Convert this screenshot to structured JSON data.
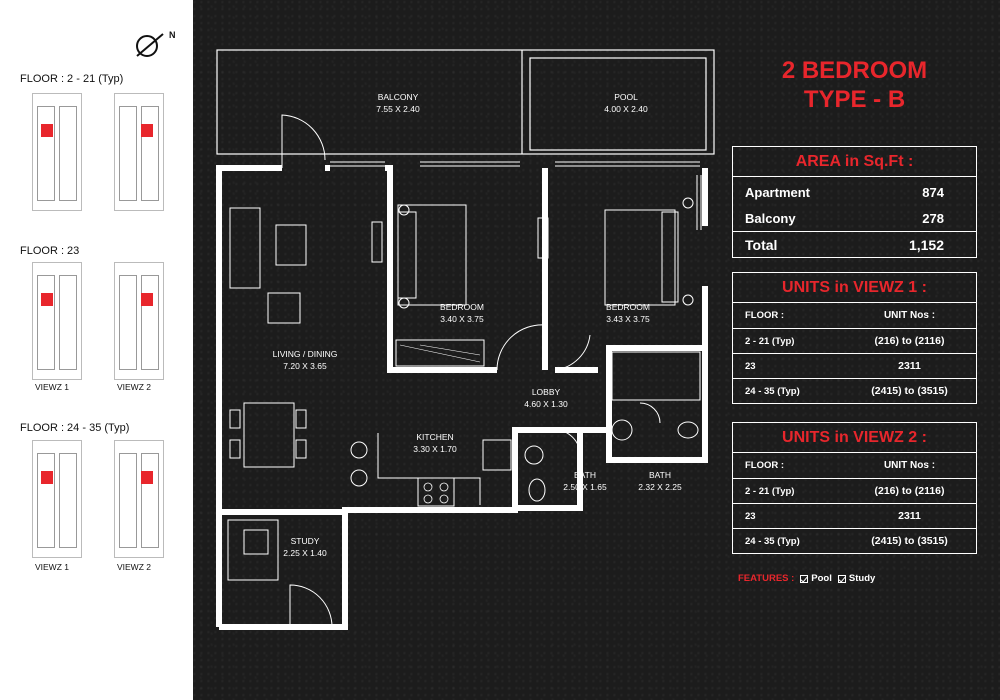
{
  "title": {
    "line1": "2 BEDROOM",
    "line2": "TYPE - B"
  },
  "compass": {
    "letter": "N",
    "icon": "north-compass-icon"
  },
  "keyplans": [
    {
      "floor_label": "FLOOR : 2 - 21 (Typ)",
      "views": [
        "",
        ""
      ]
    },
    {
      "floor_label": "FLOOR : 23",
      "views": [
        "VIEWZ 1",
        "VIEWZ 2"
      ]
    },
    {
      "floor_label": "FLOOR : 24 - 35 (Typ)",
      "views": [
        "VIEWZ 1",
        "VIEWZ 2"
      ]
    }
  ],
  "rooms": [
    {
      "name": "BALCONY",
      "dims": "7.55 X 2.40"
    },
    {
      "name": "POOL",
      "dims": "4.00 X 2.40"
    },
    {
      "name": "BEDROOM",
      "dims": "3.40 X 3.75"
    },
    {
      "name": "BEDROOM",
      "dims": "3.43 X 3.75"
    },
    {
      "name": "LIVING / DINING",
      "dims": "7.20 X 3.65"
    },
    {
      "name": "LOBBY",
      "dims": "4.60 X 1.30"
    },
    {
      "name": "KITCHEN",
      "dims": "3.30 X 1.70"
    },
    {
      "name": "BATH",
      "dims": "2.50 X 1.65"
    },
    {
      "name": "BATH",
      "dims": "2.32 X 2.25"
    },
    {
      "name": "STUDY",
      "dims": "2.25 X 1.40"
    }
  ],
  "area": {
    "header": "AREA in Sq.Ft :",
    "rows": [
      {
        "label": "Apartment",
        "value": "874"
      },
      {
        "label": "Balcony",
        "value": "278"
      }
    ],
    "total": {
      "label": "Total",
      "value": "1,152"
    }
  },
  "units_viewz1": {
    "header": "UNITS in VIEWZ 1 :",
    "col_floor": "FLOOR :",
    "col_units": "UNIT Nos :",
    "rows": [
      {
        "floor": "2 - 21 (Typ)",
        "units": "(216) to (2116)"
      },
      {
        "floor": "23",
        "units": "2311"
      },
      {
        "floor": "24 - 35 (Typ)",
        "units": "(2415) to (3515)"
      }
    ]
  },
  "units_viewz2": {
    "header": "UNITS in VIEWZ 2 :",
    "col_floor": "FLOOR :",
    "col_units": "UNIT Nos :",
    "rows": [
      {
        "floor": "2 - 21 (Typ)",
        "units": "(216) to (2116)"
      },
      {
        "floor": "23",
        "units": "2311"
      },
      {
        "floor": "24 - 35 (Typ)",
        "units": "(2415) to (3515)"
      }
    ]
  },
  "features": {
    "label": "FEATURES :",
    "items": [
      "Pool",
      "Study"
    ]
  },
  "colors": {
    "accent": "#e8262c",
    "background": "#1c1c1c",
    "lines": "#ffffff"
  }
}
